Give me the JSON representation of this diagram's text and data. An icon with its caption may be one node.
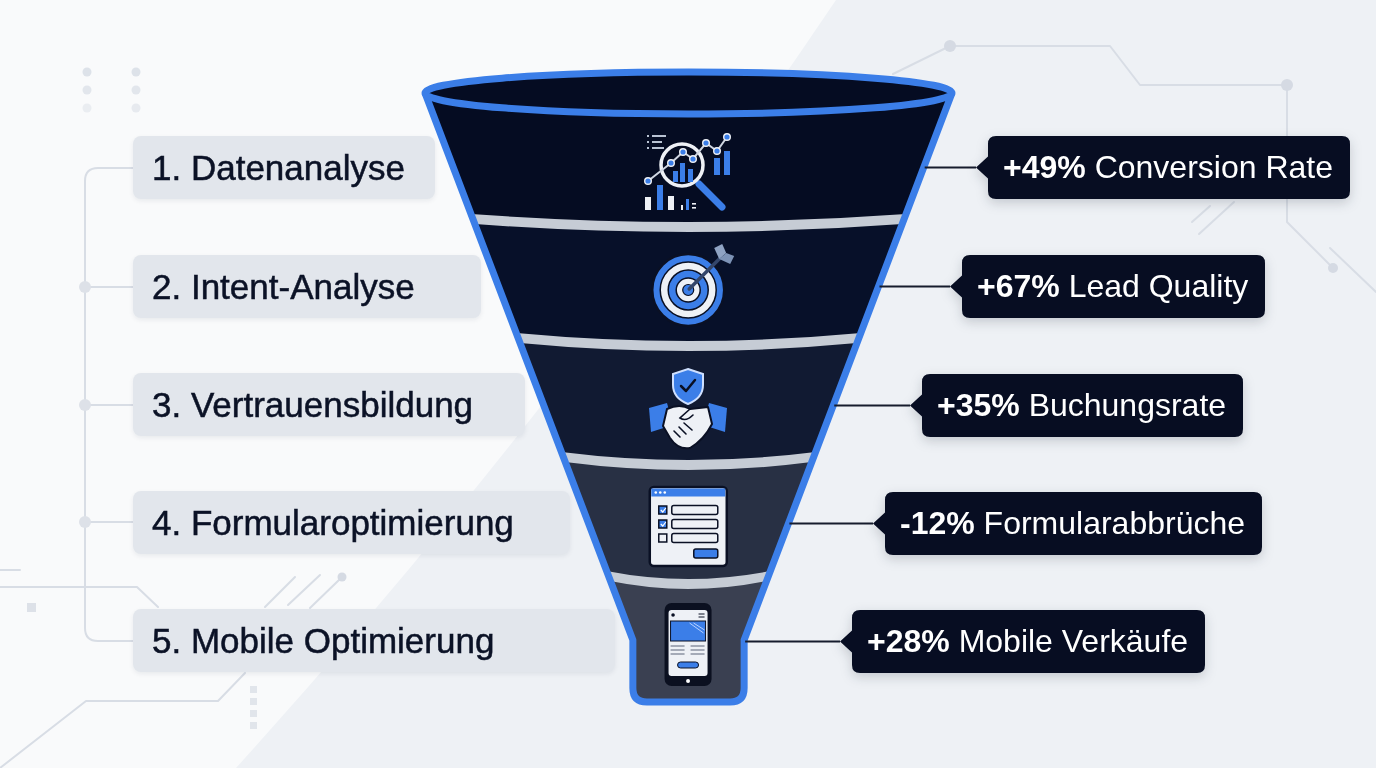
{
  "diagram": {
    "nodes": [
      {
        "text": [
          "1. Datenanalyse"
        ]
      },
      {
        "text": [
          "2. Intent-Analyse"
        ]
      },
      {
        "text": [
          "3. Vertrauensbildung"
        ]
      },
      {
        "text": [
          "4. Formularoptimierung"
        ]
      },
      {
        "text": [
          "5. Mobile Optimierung"
        ]
      },
      {
        "text": [],
        "shape": "band"
      },
      {
        "text": [],
        "shape": "band"
      },
      {
        "text": [],
        "shape": "band"
      },
      {
        "text": [],
        "shape": "band"
      },
      {
        "text": [],
        "shape": "band"
      },
      {
        "text": [
          "**+49%** Conversion Rate"
        ]
      },
      {
        "text": [
          "**+67%** Lead Quality"
        ]
      },
      {
        "text": [
          "**+35%** Buchungsrate"
        ]
      },
      {
        "text": [
          "**-12%** Formularabbrüche"
        ]
      },
      {
        "text": [
          "**+28%** Mobile Verkäufe"
        ]
      }
    ],
    "edges": [
      {
        "from": 10,
        "to": 5,
        "arrow": "none"
      },
      {
        "from": 11,
        "to": 6,
        "arrow": "none"
      },
      {
        "from": 12,
        "to": 7,
        "arrow": "none"
      },
      {
        "from": 13,
        "to": 8,
        "arrow": "none"
      },
      {
        "from": 14,
        "to": 9,
        "arrow": "none"
      }
    ]
  }
}
